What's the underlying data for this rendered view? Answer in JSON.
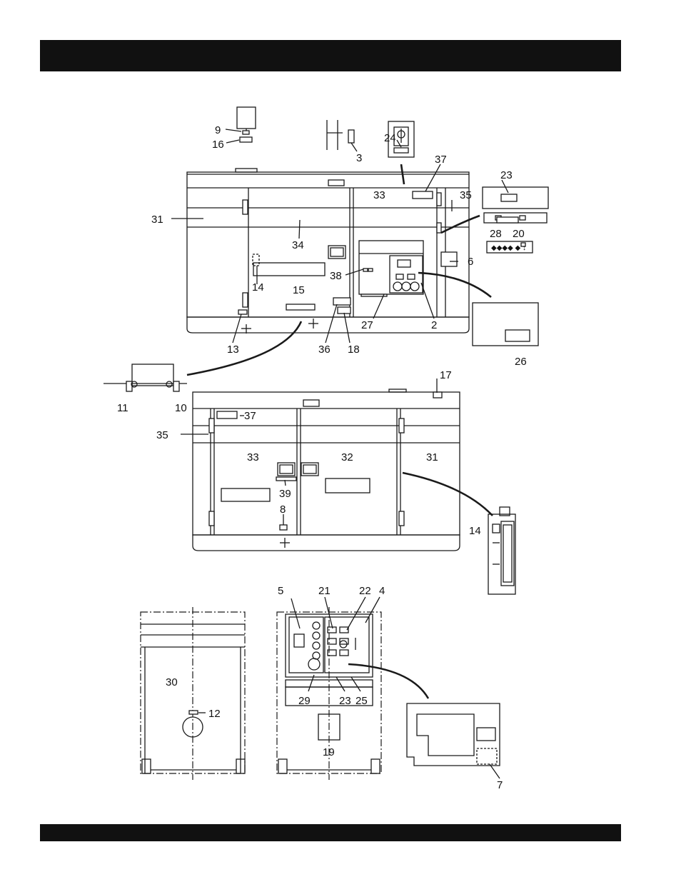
{
  "header_bar": {
    "text": ""
  },
  "footer_bar": {
    "text": ""
  },
  "callouts": {
    "c1": "9",
    "c2": "16",
    "c3": "3",
    "c4": "24",
    "c5": "37",
    "c6": "23",
    "c7": "33",
    "c8": "35",
    "c9": "31",
    "c10": "28",
    "c11": "20",
    "c12": "34",
    "c13": "6",
    "c14": "38",
    "c15": "14",
    "c16": "15",
    "c17": "27",
    "c18": "2",
    "c19": "13",
    "c20": "36",
    "c21": "18",
    "c22": "26",
    "c23": "11",
    "c24": "10",
    "c25": "17",
    "c26": "37",
    "c27": "35",
    "c28": "33",
    "c29": "32",
    "c30": "31",
    "c31": "39",
    "c32": "8",
    "c33": "14",
    "c34": "5",
    "c35": "21",
    "c36": "22",
    "c37": "4",
    "c38": "30",
    "c39": "12",
    "c40": "29",
    "c41": "23",
    "c42": "25",
    "c43": "19",
    "c44": "7"
  }
}
